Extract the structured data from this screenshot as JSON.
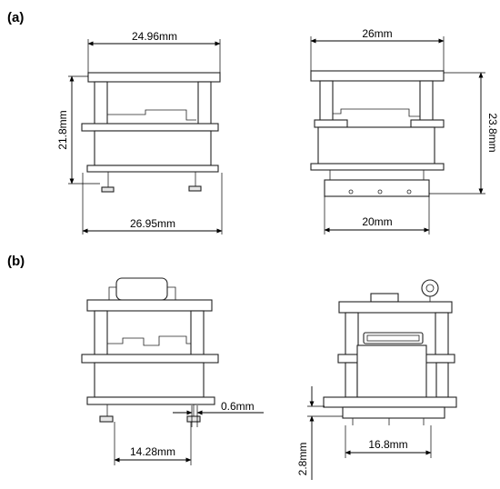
{
  "panels": {
    "a": "(a)",
    "b": "(b)"
  },
  "dimensions": {
    "a_top_width": "24.96mm",
    "a_height": "21.8mm",
    "a_bottom_width": "26.95mm",
    "a_right_top_width": "26mm",
    "a_right_height": "23.8mm",
    "a_right_bottom_width": "20mm",
    "b_gap": "0.6mm",
    "b_spacing": "14.28mm",
    "b_right_spacing": "16.8mm",
    "b_right_height": "2.8mm"
  }
}
